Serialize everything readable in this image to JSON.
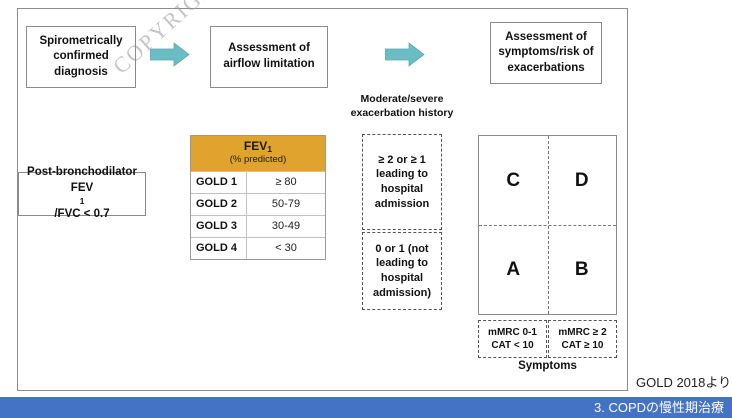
{
  "slide": {
    "watermark": "COPYRIGHTED MATERIAL",
    "source_note": "GOLD 2018より",
    "footer_text": "3. COPDの慢性期治療",
    "accent_orange": "#E0A32E",
    "accent_teal": "#6BBDC5",
    "footer_blue": "#4472C4"
  },
  "flow": {
    "box_diagnosis": {
      "line1": "Spirometrically",
      "line2": "confirmed",
      "line3": "diagnosis"
    },
    "box_airflow": {
      "line1": "Assessment of",
      "line2": "airflow limitation"
    },
    "box_symptoms_risk": {
      "line1": "Assessment of",
      "line2": "symptoms/risk of",
      "line3": "exacerbations"
    },
    "box_postbd": {
      "line1": "Post-bronchodilator",
      "line2_pre": "FEV",
      "line2_sub": "1",
      "line2_post": "/FVC < 0.7"
    },
    "arrow_1_name": "right-arrow-icon",
    "arrow_2_name": "right-arrow-icon"
  },
  "fev_table": {
    "header_main": "FEV",
    "header_sub": "1",
    "header_note": "(% predicted)",
    "rows": [
      {
        "label": "GOLD 1",
        "value": "≥ 80"
      },
      {
        "label": "GOLD 2",
        "value": "50-79"
      },
      {
        "label": "GOLD 3",
        "value": "30-49"
      },
      {
        "label": "GOLD 4",
        "value": "< 30"
      }
    ]
  },
  "exacerbation": {
    "title_line1": "Moderate/severe",
    "title_line2": "exacerbation history",
    "high": {
      "line1": "≥ 2",
      "line2": "or",
      "line3": "≥ 1 leading",
      "line4": "to hospital",
      "line5": "admission"
    },
    "low": {
      "line1": "0 or 1",
      "line2": "(not leading",
      "line3": "to hospital",
      "line4": "admission)"
    }
  },
  "abcd": {
    "cell_c": "C",
    "cell_d": "D",
    "cell_a": "A",
    "cell_b": "B",
    "symptoms_left": {
      "line1": "mMRC 0-1",
      "line2": "CAT < 10"
    },
    "symptoms_right": {
      "line1": "mMRC ≥ 2",
      "line2": "CAT ≥ 10"
    },
    "symptoms_label": "Symptoms"
  }
}
